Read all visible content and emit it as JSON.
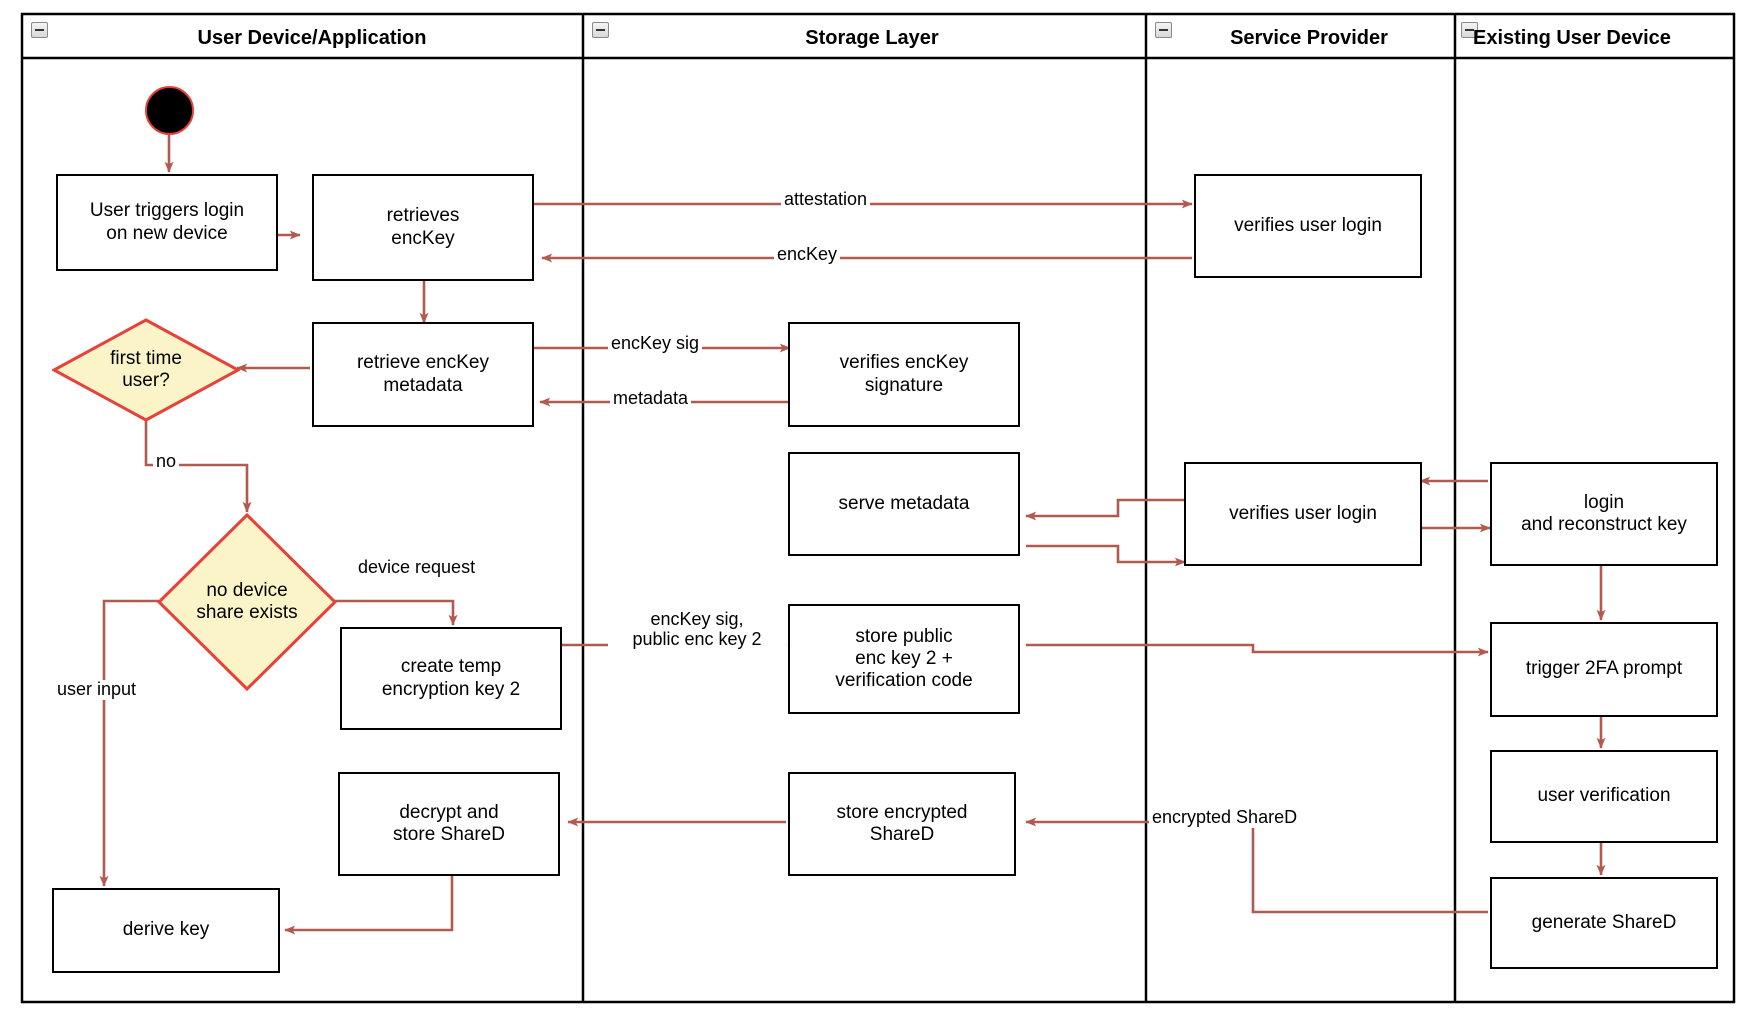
{
  "diagram": {
    "title": "Key recovery / new-device login swimlane activity diagram",
    "colors": {
      "edge": "#b05a50",
      "decision_fill": "#fbf4c8",
      "decision_stroke": "#e8413a",
      "node_stroke": "#000000",
      "node_fill": "#ffffff",
      "start_fill": "#000000",
      "start_stroke": "#e8413a",
      "lane_border": "#000000"
    },
    "lanes": [
      {
        "id": "lane-user-device",
        "label": "User Device/Application",
        "collapse_icon": "minus-box-icon"
      },
      {
        "id": "lane-storage",
        "label": "Storage Layer",
        "collapse_icon": "minus-box-icon"
      },
      {
        "id": "lane-service",
        "label": "Service Provider",
        "collapse_icon": "minus-box-icon"
      },
      {
        "id": "lane-existing-device",
        "label": "Existing User Device",
        "collapse_icon": "minus-box-icon"
      }
    ],
    "nodes": [
      {
        "id": "start",
        "lane": "lane-user-device",
        "type": "initial",
        "label": ""
      },
      {
        "id": "user-triggers-login",
        "lane": "lane-user-device",
        "type": "action",
        "label": "User triggers login\non new device"
      },
      {
        "id": "retrieves-enckey",
        "lane": "lane-user-device",
        "type": "action",
        "label": "retrieves\nencKey"
      },
      {
        "id": "retrieve-metadata",
        "lane": "lane-user-device",
        "type": "action",
        "label": "retrieve encKey\nmetadata"
      },
      {
        "id": "first-time-user",
        "lane": "lane-user-device",
        "type": "decision",
        "label": "first time\nuser?"
      },
      {
        "id": "no-device-share",
        "lane": "lane-user-device",
        "type": "decision",
        "label": "no device\nshare exists"
      },
      {
        "id": "create-temp-key",
        "lane": "lane-user-device",
        "type": "action",
        "label": "create temp\nencryption key 2"
      },
      {
        "id": "decrypt-store",
        "lane": "lane-user-device",
        "type": "action",
        "label": "decrypt and\nstore ShareD"
      },
      {
        "id": "derive-key",
        "lane": "lane-user-device",
        "type": "action",
        "label": "derive key"
      },
      {
        "id": "verifies-sig",
        "lane": "lane-storage",
        "type": "action",
        "label": "verifies encKey\nsignature"
      },
      {
        "id": "serve-metadata",
        "lane": "lane-storage",
        "type": "action",
        "label": "serve metadata"
      },
      {
        "id": "store-public-key",
        "lane": "lane-storage",
        "type": "action",
        "label": "store public\nenc key 2 +\nverification code"
      },
      {
        "id": "store-enc-shared",
        "lane": "lane-storage",
        "type": "action",
        "label": "store encrypted\nShareD"
      },
      {
        "id": "verifies-login-1",
        "lane": "lane-service",
        "type": "action",
        "label": "verifies user login"
      },
      {
        "id": "verifies-login-2",
        "lane": "lane-service",
        "type": "action",
        "label": "verifies user login"
      },
      {
        "id": "login-reconstruct",
        "lane": "lane-existing-device",
        "type": "action",
        "label": "login\nand reconstruct key"
      },
      {
        "id": "trigger-2fa",
        "lane": "lane-existing-device",
        "type": "action",
        "label": "trigger 2FA prompt"
      },
      {
        "id": "user-verification",
        "lane": "lane-existing-device",
        "type": "action",
        "label": "user verification"
      },
      {
        "id": "generate-shared",
        "lane": "lane-existing-device",
        "type": "action",
        "label": "generate ShareD"
      }
    ],
    "edge_labels": [
      {
        "id": "lbl-attestation",
        "text": "attestation",
        "from": "retrieves-enckey",
        "to": "verifies-login-1"
      },
      {
        "id": "lbl-enckey",
        "text": "encKey",
        "from": "verifies-login-1",
        "to": "retrieves-enckey"
      },
      {
        "id": "lbl-enckey-sig",
        "text": "encKey sig",
        "from": "retrieve-metadata",
        "to": "verifies-sig"
      },
      {
        "id": "lbl-metadata",
        "text": "metadata",
        "from": "verifies-sig",
        "to": "retrieve-metadata"
      },
      {
        "id": "lbl-no",
        "text": "no",
        "from": "first-time-user",
        "to": "no-device-share"
      },
      {
        "id": "lbl-device-request",
        "text": "device request",
        "from": "no-device-share",
        "to": "create-temp-key"
      },
      {
        "id": "lbl-user-input",
        "text": "user input",
        "from": "no-device-share",
        "to": "derive-key"
      },
      {
        "id": "lbl-enckey-sig2",
        "text": "encKey sig,\npublic enc key 2",
        "from": "create-temp-key",
        "to": "store-public-key"
      },
      {
        "id": "lbl-enc-shared",
        "text": "encrypted ShareD",
        "from": "generate-shared",
        "to": "store-enc-shared"
      }
    ]
  }
}
